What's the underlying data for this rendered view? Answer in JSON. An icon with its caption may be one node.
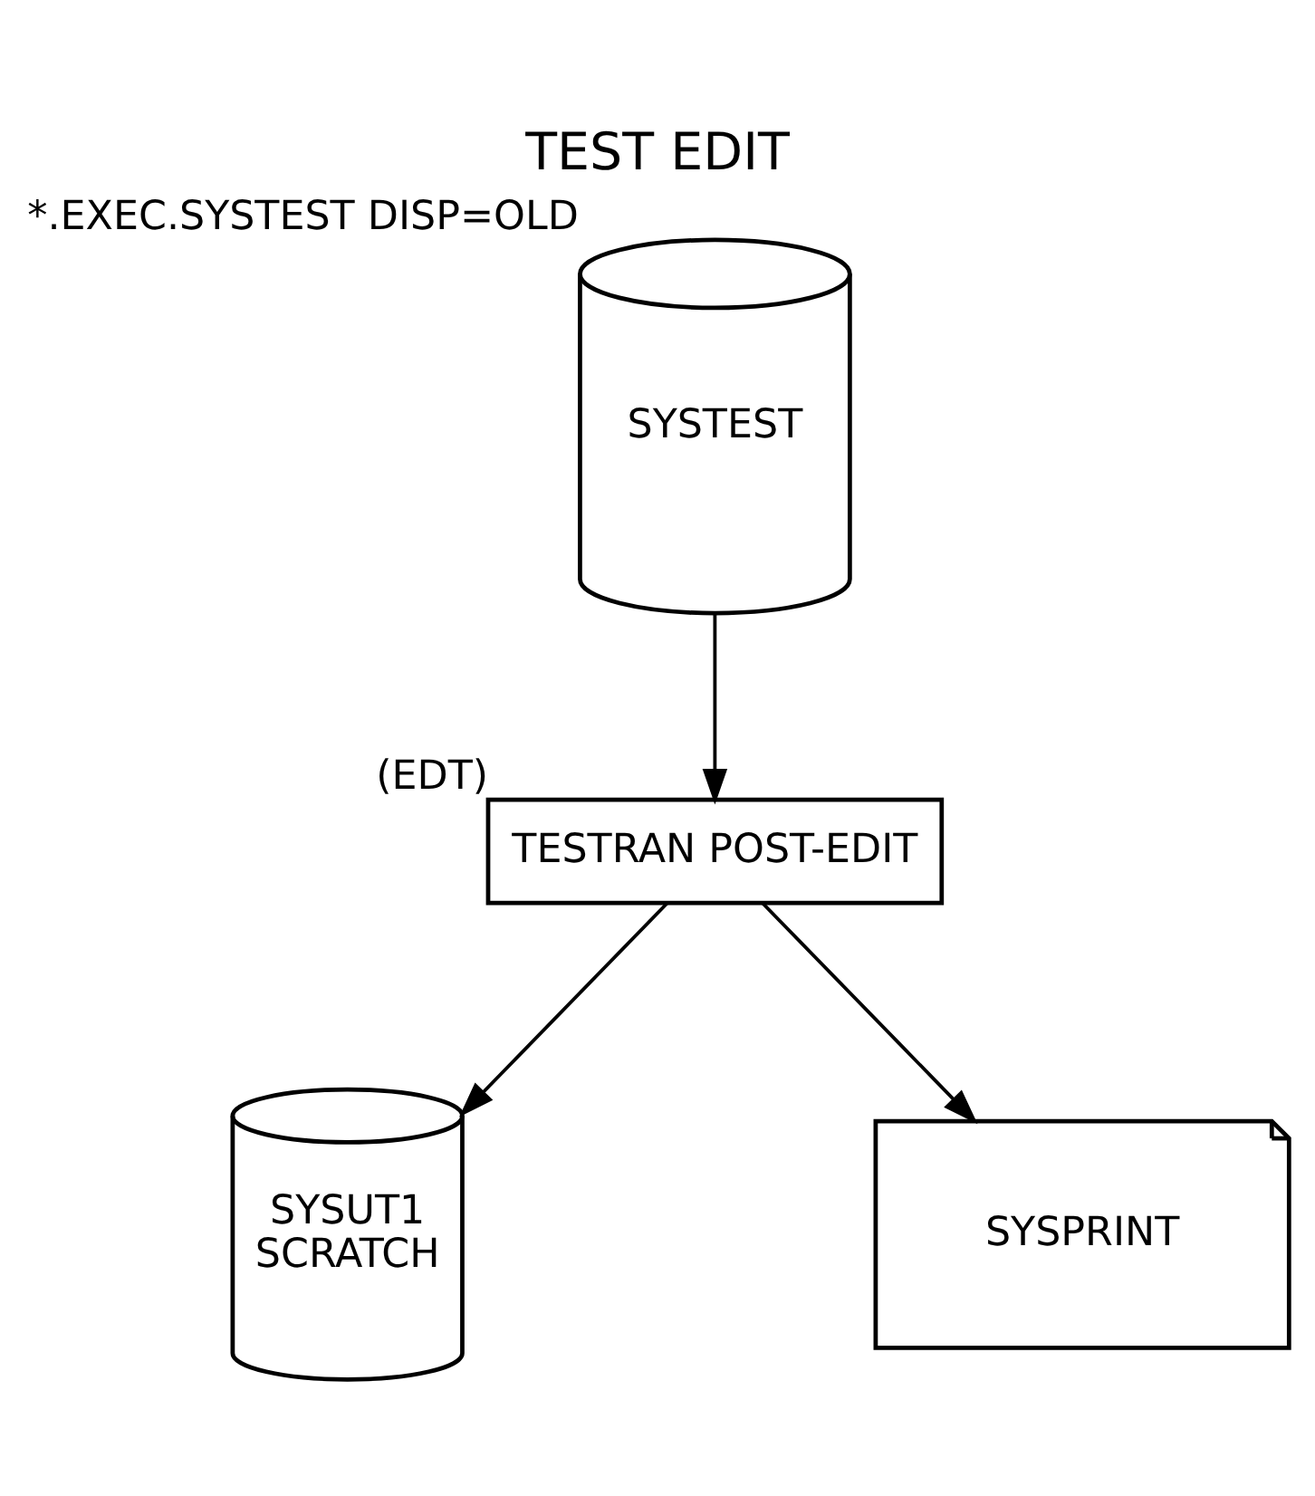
{
  "diagram": {
    "title": "TEST EDIT",
    "nodes": [
      {
        "text": [
          "SYSTEST"
        ],
        "beside": [
          "*.EXEC.SYSTEST DISP=OLD"
        ]
      },
      {
        "text": [
          "TESTRAN POST-EDIT"
        ],
        "beside": [
          "(EDT)"
        ]
      },
      {
        "text": [
          "SYSUT1",
          "SCRATCH"
        ]
      },
      {
        "text": [
          "SYSPRINT"
        ]
      }
    ],
    "edges": [
      {
        "from": 0,
        "to": 1,
        "arrow": "to"
      },
      {
        "from": 1,
        "to": 2,
        "arrow": "to"
      },
      {
        "from": 1,
        "to": 3,
        "arrow": "to"
      }
    ]
  }
}
